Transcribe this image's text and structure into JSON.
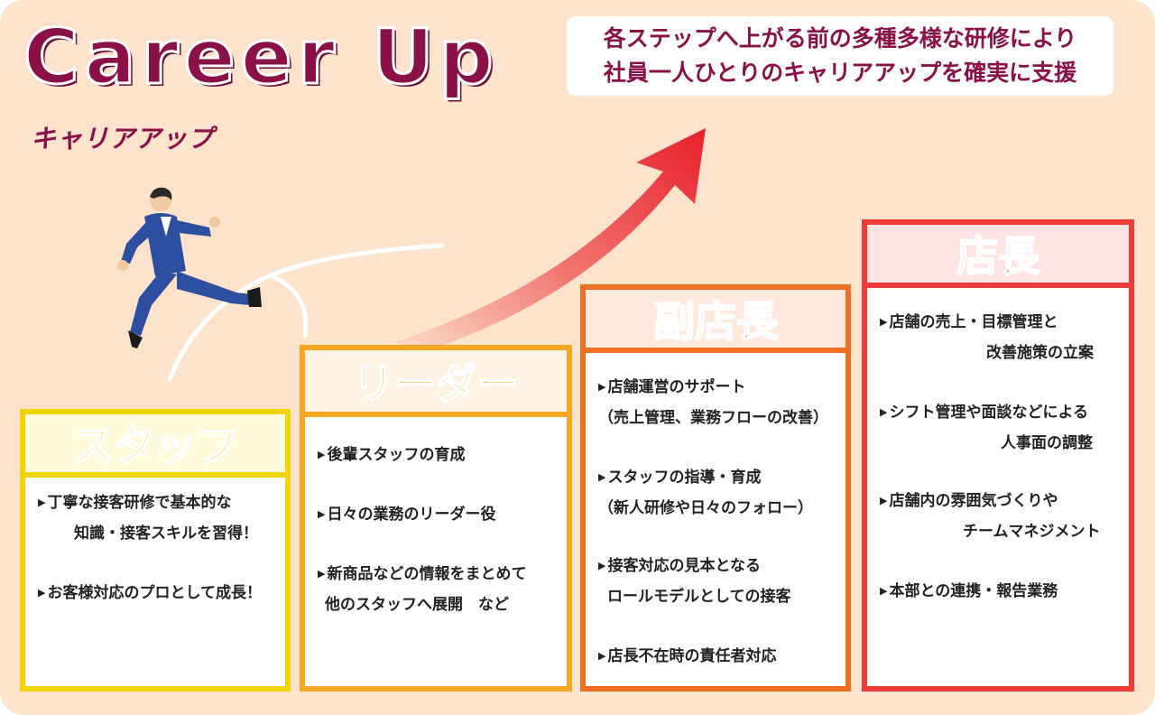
{
  "title": "Career Up",
  "subtitle": "キャリアアップ",
  "tagline": {
    "line1": "各ステップへ上がる前の多種多様な研修により",
    "line2": "社員一人ひとりのキャリアアップを確実に支援"
  },
  "colors": {
    "background": "#fde2cc",
    "title": "#8a1048",
    "staff": "#f0d400",
    "leader": "#f5a623",
    "vice": "#f07023",
    "manager": "#f03a3a",
    "arrow": "#e8202a"
  },
  "illustration": "businessman-running-icon",
  "steps": [
    {
      "title": "スタッフ",
      "items": [
        {
          "line1": "丁寧な接客研修で基本的な",
          "line2": "知識・接客スキルを習得！"
        },
        {
          "line1": "お客様対応のプロとして成長！",
          "line2": ""
        }
      ]
    },
    {
      "title": "リーダー",
      "items": [
        {
          "line1": "後輩スタッフの育成",
          "line2": ""
        },
        {
          "line1": "日々の業務のリーダー役",
          "line2": ""
        },
        {
          "line1": "新商品などの情報をまとめて",
          "line2": "他のスタッフへ展開　など"
        }
      ]
    },
    {
      "title": "副店長",
      "items": [
        {
          "line1": "店舗運営のサポート",
          "line2": "（売上管理、業務フローの改善）"
        },
        {
          "line1": "スタッフの指導・育成",
          "line2": "（新人研修や日々のフォロー）"
        },
        {
          "line1": "接客対応の見本となる",
          "line2": "ロールモデルとしての接客"
        },
        {
          "line1": "店長不在時の責任者対応",
          "line2": ""
        }
      ]
    },
    {
      "title": "店長",
      "items": [
        {
          "line1": "店舗の売上・目標管理と",
          "line2": "改善施策の立案"
        },
        {
          "line1": "シフト管理や面談などによる",
          "line2": "人事面の調整"
        },
        {
          "line1": "店舗内の雰囲気づくりや",
          "line2": "チームマネジメント"
        },
        {
          "line1": "本部との連携・報告業務",
          "line2": ""
        }
      ]
    }
  ]
}
